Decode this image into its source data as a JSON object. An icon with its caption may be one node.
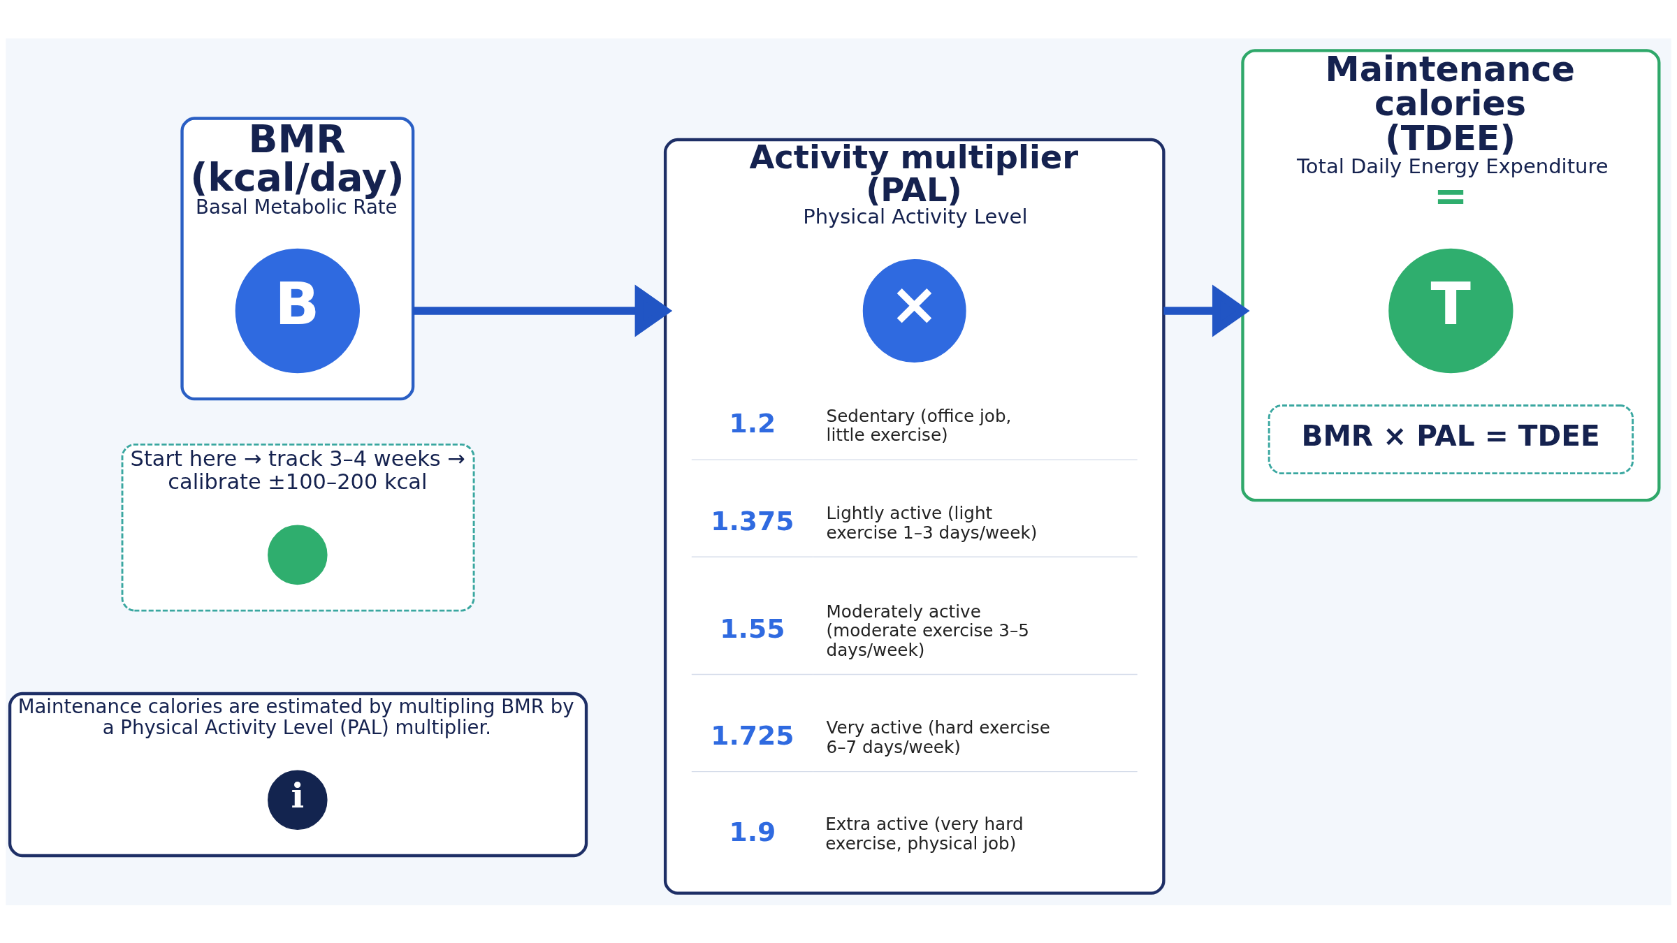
{
  "diagram": {
    "nodes": [
      {
        "text": [
          "BMR (kcal/day)",
          "Basal Metabolic Rate"
        ]
      },
      {
        "text": [
          "B"
        ],
        "in": 0
      },
      {
        "text": [
          "Activity multiplier (PAL)",
          "Physical Activity Level"
        ]
      },
      {
        "text": [
          "×"
        ],
        "in": 2
      },
      {
        "text": [
          "1.2",
          "Sedentary (office job, little exercise)"
        ],
        "in": 2
      },
      {
        "text": [
          "1.375",
          "Lightly active (light exercise 1–3 days/week)"
        ],
        "in": 2
      },
      {
        "text": [
          "1.55",
          "Moderately active (moderate exercise 3–5 days/week)"
        ],
        "in": 2
      },
      {
        "text": [
          "1.725",
          "Very active (hard exercise 6–7 days/week)"
        ],
        "in": 2
      },
      {
        "text": [
          "1.9",
          "Extra active (very hard exercise, physical job)"
        ],
        "in": 2
      },
      {
        "text": [
          "Maintenance calories (TDEE)",
          "Total Daily Energy Expenditure",
          "="
        ]
      },
      {
        "text": [
          "T"
        ],
        "in": 9
      },
      {
        "text": [
          "BMR × PAL = TDEE"
        ],
        "in": 9
      },
      {
        "text": [
          "Start here → track 3–4 weeks → calibrate ±100–200 kcal"
        ]
      },
      {
        "text": [],
        "shape": "circle",
        "in": 12
      },
      {
        "text": [
          "Maintenance calories are estimated by multipling BMR by a Physical Activity Level (PAL) multiplier."
        ]
      },
      {
        "text": [
          "i"
        ],
        "in": 14
      }
    ],
    "edges": [
      {
        "from": 0,
        "to": 2,
        "arrow": "to"
      },
      {
        "from": 2,
        "to": 9,
        "arrow": "to"
      }
    ]
  }
}
